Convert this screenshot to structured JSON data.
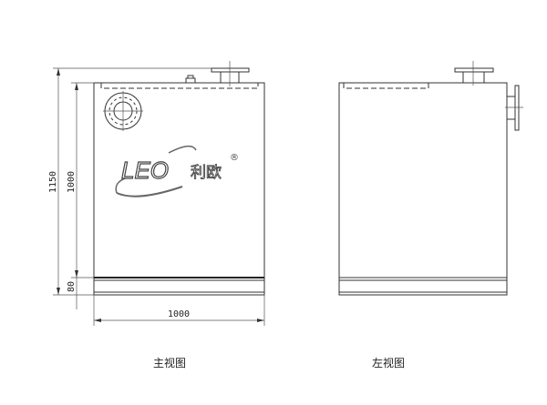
{
  "dimensions": {
    "total_height": "1150",
    "body_height": "1000",
    "base_height": "80",
    "width": "1000"
  },
  "logo": {
    "brand": "LEO",
    "chinese": "利欧",
    "mark": "®"
  },
  "captions": {
    "front_view": "主视图",
    "left_view": "左视图"
  }
}
